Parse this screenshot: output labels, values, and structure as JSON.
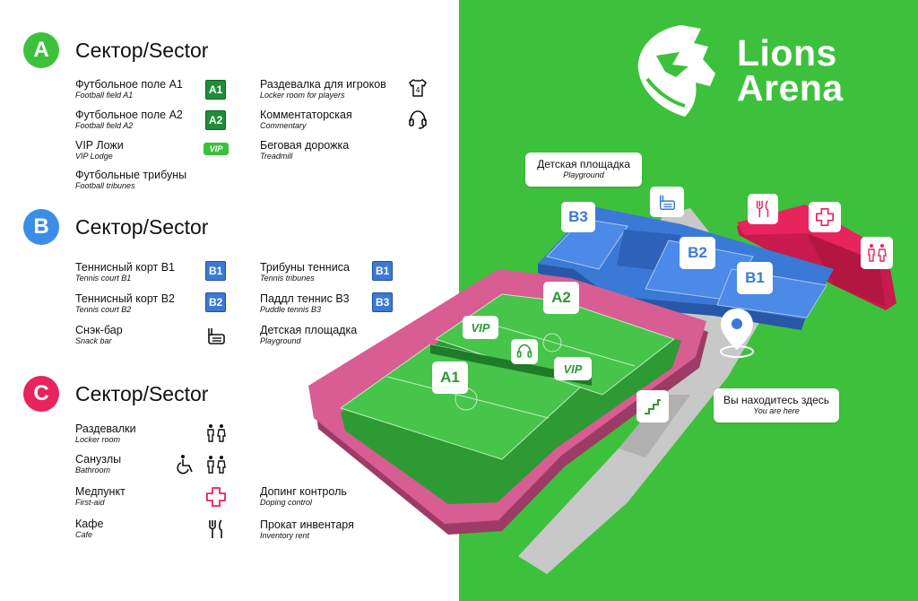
{
  "colors": {
    "green_bg": "#3dc13c",
    "sector_a": "#3dc13c",
    "sector_b": "#3b8ee8",
    "sector_c": "#e8245c",
    "tag_green": "#1f8d3a",
    "tag_blue": "#3b79d6",
    "track_pink": "#d85d93",
    "red_zone": "#e8245c"
  },
  "logo": {
    "line1": "Lions",
    "line2": "Arena"
  },
  "sectors": {
    "a": {
      "badge": "A",
      "title": "Сектор/Sector"
    },
    "b": {
      "badge": "B",
      "title": "Сектор/Sector"
    },
    "c": {
      "badge": "C",
      "title": "Сектор/Sector"
    }
  },
  "legend_a": [
    {
      "ru": "Футбольное поле А1",
      "en": "Football field A1",
      "tag": "A1"
    },
    {
      "ru": "Футбольное поле А2",
      "en": "Football field A2",
      "tag": "A2"
    },
    {
      "ru": "VIP Ложи",
      "en": "VIP Lodge",
      "tag": "VIP"
    },
    {
      "ru": "Футбольные трибуны",
      "en": "Football tribunes"
    },
    {
      "ru": "Раздевалка для игроков",
      "en": "Locker room for players",
      "icon": "tshirt-icon",
      "icon_number": "4"
    },
    {
      "ru": "Комментаторская",
      "en": "Commentary",
      "icon": "headset-icon"
    },
    {
      "ru": "Беговая дорожка",
      "en": "Treadmill"
    }
  ],
  "legend_b": [
    {
      "ru": "Теннисный корт В1",
      "en": "Tennis court B1",
      "tag": "B1"
    },
    {
      "ru": "Теннисный корт В2",
      "en": "Tennis court B2",
      "tag": "B2"
    },
    {
      "ru": "Снэк-бар",
      "en": "Snack bar",
      "icon": "snack-bar-icon"
    },
    {
      "ru": "Трибуны тенниса",
      "en": "Tennis tribunes",
      "tag": "B1"
    },
    {
      "ru": "Паддл теннис В3",
      "en": "Puddle tennis B3",
      "tag": "B3"
    },
    {
      "ru": "Детская площадка",
      "en": "Playground"
    }
  ],
  "legend_c": [
    {
      "ru": "Раздевалки",
      "en": "Locker room",
      "icon": "restroom-icon"
    },
    {
      "ru": "Санузлы",
      "en": "Bathroom",
      "icon": "wheelchair-icon"
    },
    {
      "ru": "Медпункт",
      "en": "First-aid",
      "icon": "first-aid-cross-icon"
    },
    {
      "ru": "Кафе",
      "en": "Cafe",
      "icon": "fork-knife-icon"
    },
    {
      "ru": "Допинг контроль",
      "en": "Doping control"
    },
    {
      "ru": "Прокат инвентаря",
      "en": "Inventory rent"
    }
  ],
  "map": {
    "playground_callout": {
      "ru": "Детская площадка",
      "en": "Playground"
    },
    "you_are_here": {
      "ru": "Вы находитесь здесь",
      "en": "You are here"
    },
    "labels": {
      "a1": "A1",
      "a2": "A2",
      "b1": "B1",
      "b2": "B2",
      "b3": "B3",
      "vip": "VIP"
    }
  }
}
